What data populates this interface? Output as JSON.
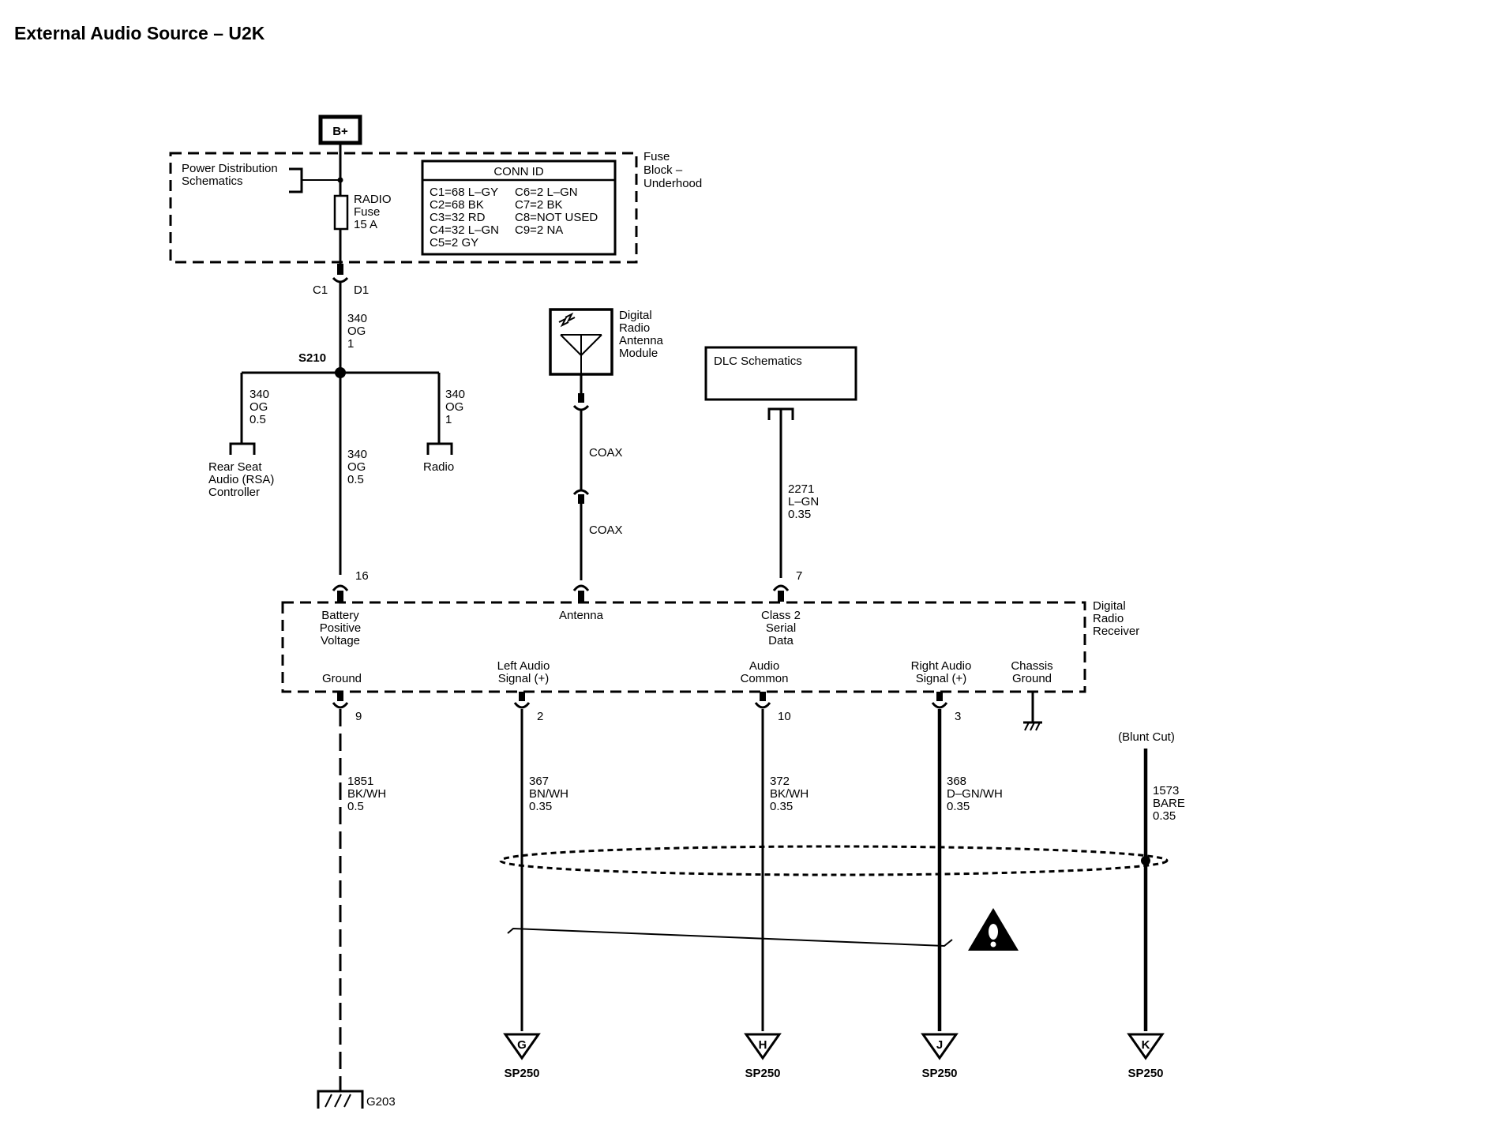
{
  "title": "External Audio Source – U2K",
  "power": {
    "label": "B+"
  },
  "fuse_block": {
    "name_lines": [
      "Fuse",
      "Block –",
      "Underhood"
    ],
    "power_dist_lines": [
      "Power Distribution",
      "Schematics"
    ],
    "fuse_lines": [
      "RADIO",
      "Fuse",
      "15 A"
    ],
    "conn_id": {
      "title": "CONN ID",
      "left": [
        "C1=68 L–GY",
        "C2=68 BK",
        "C3=32 RD",
        "C4=32 L–GN",
        "C5=2 GY"
      ],
      "right": [
        "C6=2 L–GN",
        "C7=2 BK",
        "C8=NOT USED",
        "C9=2 NA"
      ]
    }
  },
  "connector_c1": {
    "left": "C1",
    "right": "D1"
  },
  "wires": {
    "w340_main": [
      "340",
      "OG",
      "1"
    ],
    "splice": "S210",
    "w340_rsa": [
      "340",
      "OG",
      "0.5"
    ],
    "w340_radio": [
      "340",
      "OG",
      "1"
    ],
    "w340_drr": [
      "340",
      "OG",
      "0.5"
    ],
    "coax_upper": "COAX",
    "coax_lower": "COAX",
    "w2271": [
      "2271",
      "L–GN",
      "0.35"
    ],
    "w1851": [
      "1851",
      "BK/WH",
      "0.5"
    ],
    "w367": [
      "367",
      "BN/WH",
      "0.35"
    ],
    "w372": [
      "372",
      "BK/WH",
      "0.35"
    ],
    "w368": [
      "368",
      "D–GN/WH",
      "0.35"
    ],
    "w1573": [
      "1573",
      "BARE",
      "0.35"
    ],
    "blunt_cut": "(Blunt Cut)"
  },
  "components": {
    "rsa_lines": [
      "Rear Seat",
      "Audio (RSA)",
      "Controller"
    ],
    "radio": "Radio",
    "antenna_module_lines": [
      "Digital",
      "Radio",
      "Antenna",
      "Module"
    ],
    "dlc": "DLC Schematics",
    "receiver_lines": [
      "Digital",
      "Radio",
      "Receiver"
    ]
  },
  "receiver_pins": {
    "top": [
      {
        "pin": "16",
        "lines": [
          "Battery",
          "Positive",
          "Voltage"
        ]
      },
      {
        "pin": "",
        "lines": [
          "Antenna"
        ]
      },
      {
        "pin": "7",
        "lines": [
          "Class 2",
          "Serial",
          "Data"
        ]
      }
    ],
    "bottom": [
      {
        "pin": "9",
        "lines": [
          "Ground"
        ]
      },
      {
        "pin": "2",
        "lines": [
          "Left Audio",
          "Signal (+)"
        ]
      },
      {
        "pin": "10",
        "lines": [
          "Audio",
          "Common"
        ]
      },
      {
        "pin": "3",
        "lines": [
          "Right Audio",
          "Signal (+)"
        ]
      },
      {
        "pin": "",
        "lines": [
          "Chassis",
          "Ground"
        ]
      }
    ]
  },
  "splice_packs": [
    {
      "letter": "G",
      "name": "SP250"
    },
    {
      "letter": "H",
      "name": "SP250"
    },
    {
      "letter": "J",
      "name": "SP250"
    },
    {
      "letter": "K",
      "name": "SP250"
    }
  ],
  "ground": {
    "name": "G203"
  }
}
